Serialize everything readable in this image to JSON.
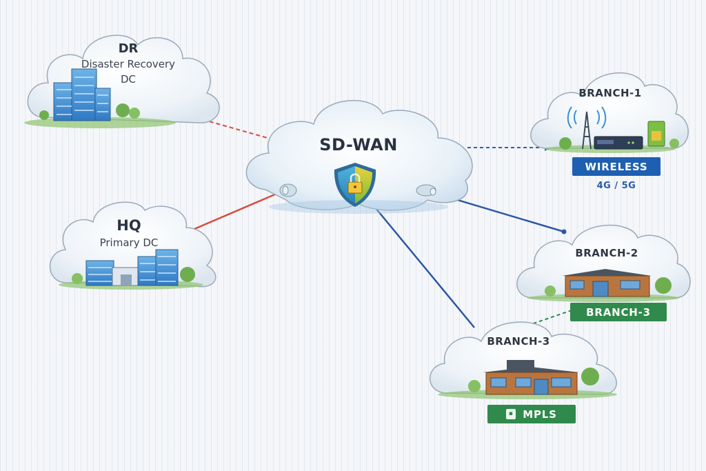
{
  "hub": {
    "title": "SD-WAN"
  },
  "dr": {
    "title": "DR",
    "line1": "Disaster Recovery",
    "line2": "DC"
  },
  "hq": {
    "title": "HQ",
    "subtitle": "Primary DC"
  },
  "branch1": {
    "title": "BRANCH-1",
    "tag": "WIRELESS",
    "caption": "4G / 5G"
  },
  "branch2": {
    "title": "BRANCH-2",
    "tag": "BRANCH-3"
  },
  "branch3": {
    "title": "BRANCH-3",
    "tag": "MPLS"
  },
  "colors": {
    "dr_link": "#d94a3e",
    "hq_link": "#d94a3e",
    "wireless_link": "#2a5fb3",
    "branch_link": "#2c56a6",
    "branch_dash": "#2f8a4c",
    "wireless_tag": "#1e5fb1",
    "mpls_tag": "#2f8a4c"
  },
  "icons": [
    "shield-lock-icon",
    "cell-tower-icon",
    "router-icon",
    "sim-card-icon",
    "office-building-icon",
    "branch-building-icon",
    "tree-icon"
  ]
}
